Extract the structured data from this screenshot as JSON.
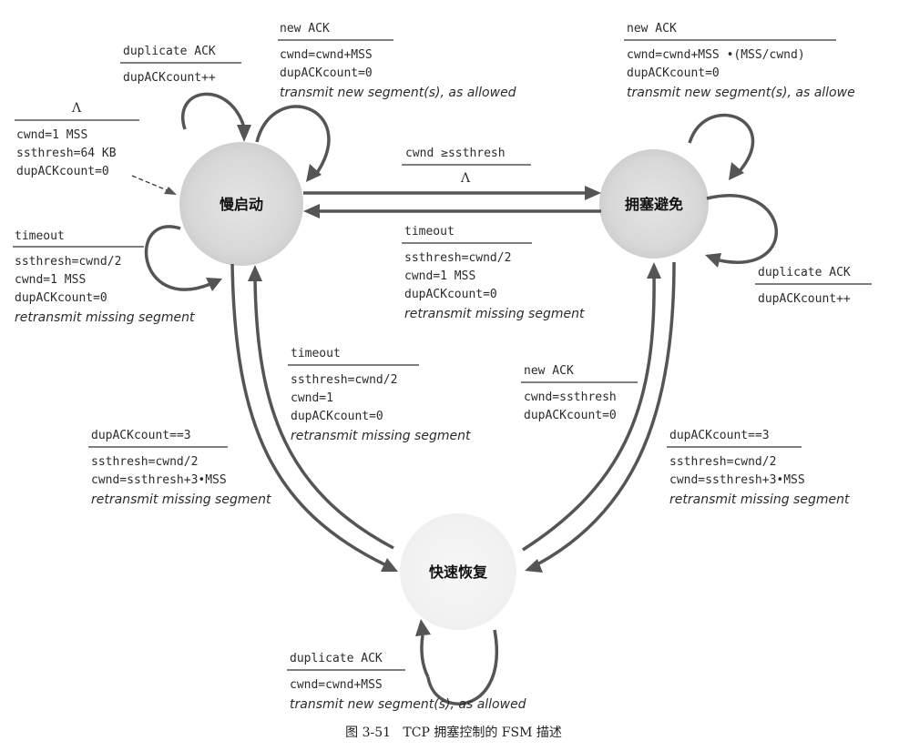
{
  "states": {
    "slow_start": "慢启动",
    "congestion_avoidance": "拥塞避免",
    "fast_recovery": "快速恢复"
  },
  "transitions": {
    "ss_init": {
      "event": "Λ",
      "actions": [
        "cwnd=1 MSS",
        "ssthresh=64 KB",
        "dupACKcount=0"
      ]
    },
    "ss_dupack": {
      "event": "duplicate ACK",
      "actions": [
        "dupACKcount++"
      ]
    },
    "ss_newack": {
      "event": "new ACK",
      "actions": [
        "cwnd=cwnd+MSS",
        "dupACKcount=0"
      ],
      "note": "transmit new segment(s), as allowed"
    },
    "ss_timeout": {
      "event": "timeout",
      "actions": [
        "ssthresh=cwnd/2",
        "cwnd=1 MSS",
        "dupACKcount=0"
      ],
      "note": "retransmit missing segment"
    },
    "ss_to_ca": {
      "event": "cwnd ≥ssthresh",
      "action": "Λ"
    },
    "ca_to_ss": {
      "event": "timeout",
      "actions": [
        "ssthresh=cwnd/2",
        "cwnd=1 MSS",
        "dupACKcount=0"
      ],
      "note": "retransmit missing segment"
    },
    "ca_newack": {
      "event": "new ACK",
      "actions": [
        "cwnd=cwnd+MSS •(MSS/cwnd)",
        "dupACKcount=0"
      ],
      "note": "transmit new segment(s), as allowe"
    },
    "ca_dupack": {
      "event": "duplicate ACK",
      "actions": [
        "dupACKcount++"
      ]
    },
    "fr_to_ss": {
      "event": "timeout",
      "actions": [
        "ssthresh=cwnd/2",
        "cwnd=1",
        "dupACKcount=0"
      ],
      "note": "retransmit missing segment"
    },
    "ss_to_fr": {
      "event": "dupACKcount==3",
      "actions": [
        "ssthresh=cwnd/2",
        "cwnd=ssthresh+3•MSS"
      ],
      "note": "retransmit missing segment"
    },
    "fr_to_ca": {
      "event": "new ACK",
      "actions": [
        "cwnd=ssthresh",
        "dupACKcount=0"
      ]
    },
    "ca_to_fr": {
      "event": "dupACKcount==3",
      "actions": [
        "ssthresh=cwnd/2",
        "cwnd=ssthresh+3•MSS"
      ],
      "note": "retransmit missing segment"
    },
    "fr_dupack": {
      "event": "duplicate ACK",
      "actions": [
        "cwnd=cwnd+MSS"
      ],
      "note": "transmit new segment(s), as allowed"
    }
  },
  "caption": "图 3-51   TCP 拥塞控制的 FSM 描述"
}
